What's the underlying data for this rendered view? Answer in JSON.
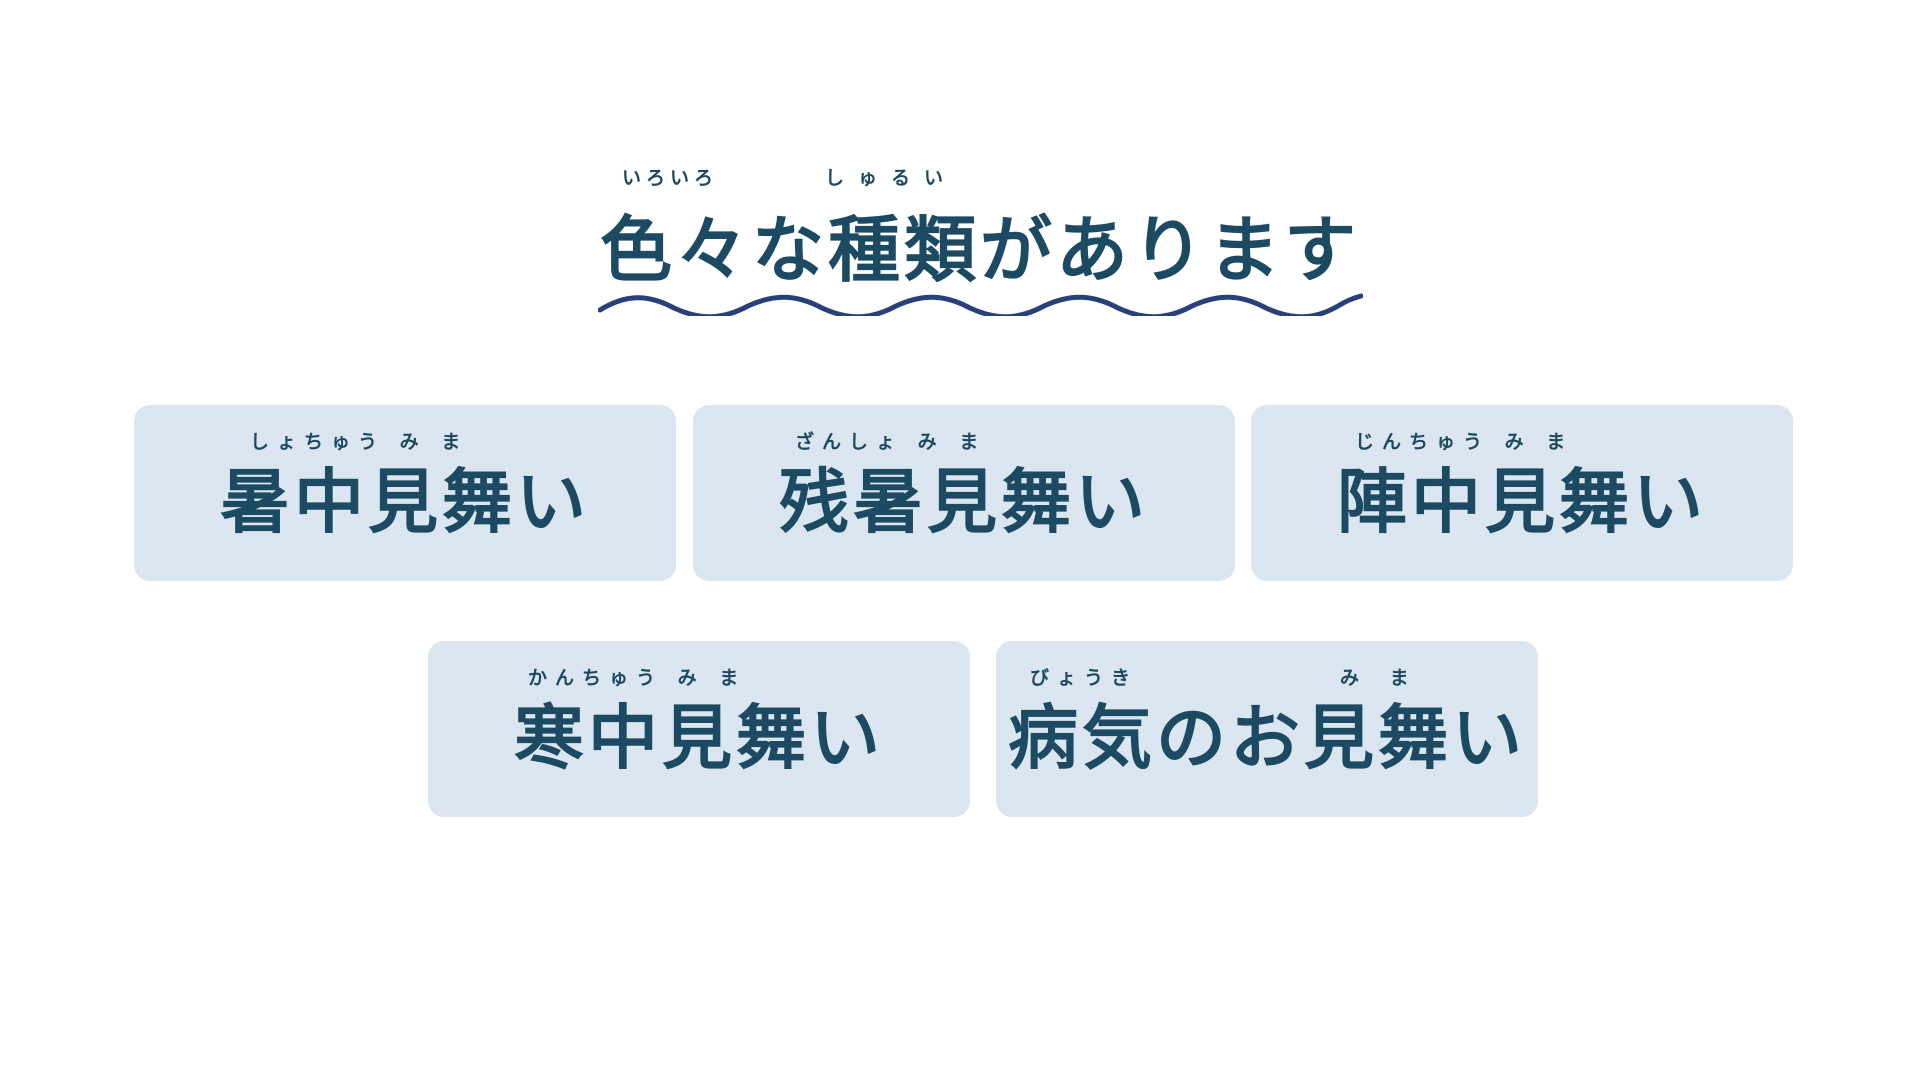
{
  "heading": {
    "ruby_1": "いろいろ",
    "ruby_2": "しゅるい",
    "title": "色々な種類があります"
  },
  "cards": [
    {
      "ruby": "しょちゅう み ま",
      "label": "暑中見舞い"
    },
    {
      "ruby": "ざんしょ み ま",
      "label": "残暑見舞い"
    },
    {
      "ruby": "じんちゅう み ま",
      "label": "陣中見舞い"
    },
    {
      "ruby": "かんちゅう み ま",
      "label": "寒中見舞い"
    },
    {
      "ruby_a": "びょうき",
      "ruby_b": "み ま",
      "label": "病気のお見舞い"
    }
  ],
  "colors": {
    "text": "#1d4a63",
    "card_bg": "#dbe6f0",
    "underline": "#27407a"
  }
}
